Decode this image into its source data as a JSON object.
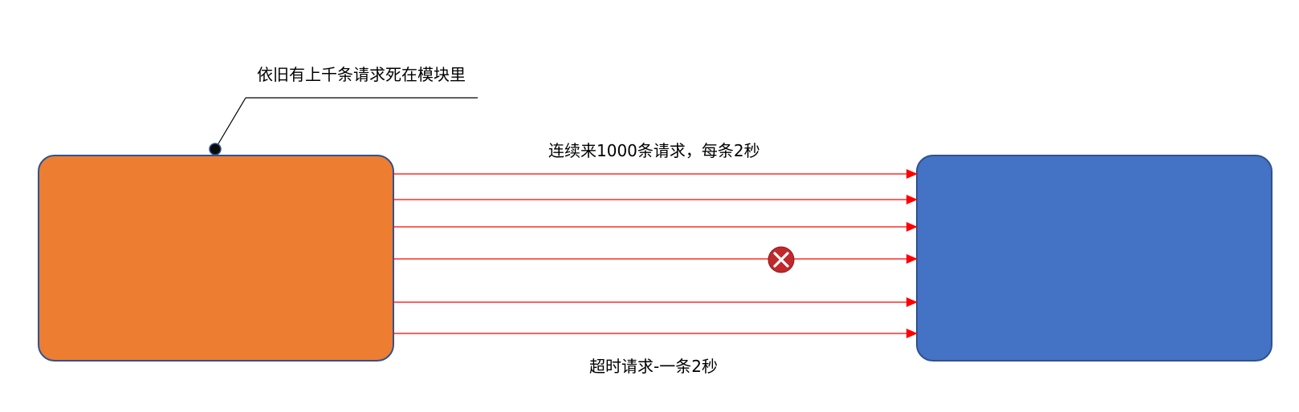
{
  "callout": {
    "text": "依旧有上千条请求死在模块里"
  },
  "top_label": "连续来1000条请求，每条2秒",
  "bottom_label": "超时请求-一条2秒",
  "colors": {
    "source_fill": "#ED7D31",
    "target_fill": "#4472C4",
    "box_stroke": "#2F528F",
    "arrow": "#FF0000",
    "error_badge": "#C0282C"
  },
  "icons": {
    "error": "error-x-icon",
    "arrow": "arrowhead-icon"
  }
}
